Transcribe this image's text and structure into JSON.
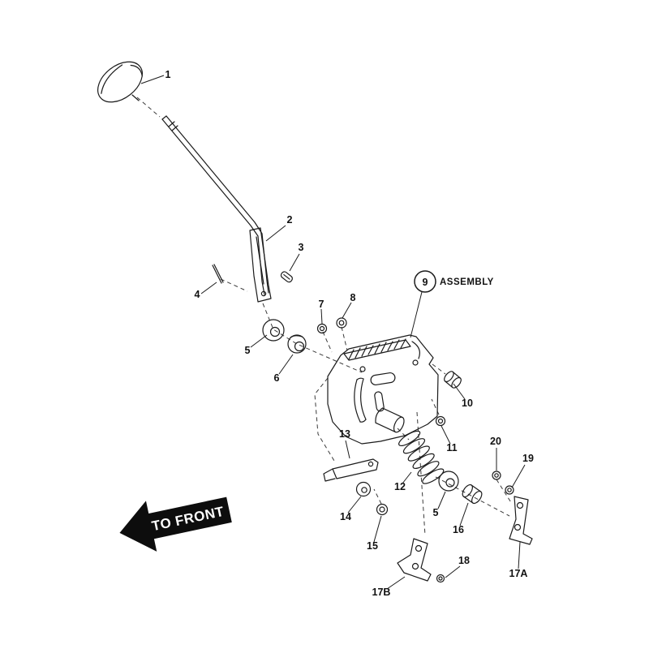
{
  "diagram": {
    "type": "exploded-parts-diagram",
    "assembly_callout": {
      "number": "9",
      "label": "ASSEMBLY"
    },
    "direction_arrow": {
      "label": "TO FRONT",
      "direction": "left"
    },
    "part_labels": [
      "1",
      "2",
      "3",
      "4",
      "5",
      "6",
      "7",
      "8",
      "10",
      "11",
      "12",
      "13",
      "14",
      "15",
      "5",
      "16",
      "20",
      "19",
      "17A",
      "17B",
      "18"
    ],
    "colors": {
      "background": "#ffffff",
      "line": "#1b1b1b",
      "arrow_background": "#0d0d0d",
      "arrow_text": "#ffffff"
    }
  }
}
